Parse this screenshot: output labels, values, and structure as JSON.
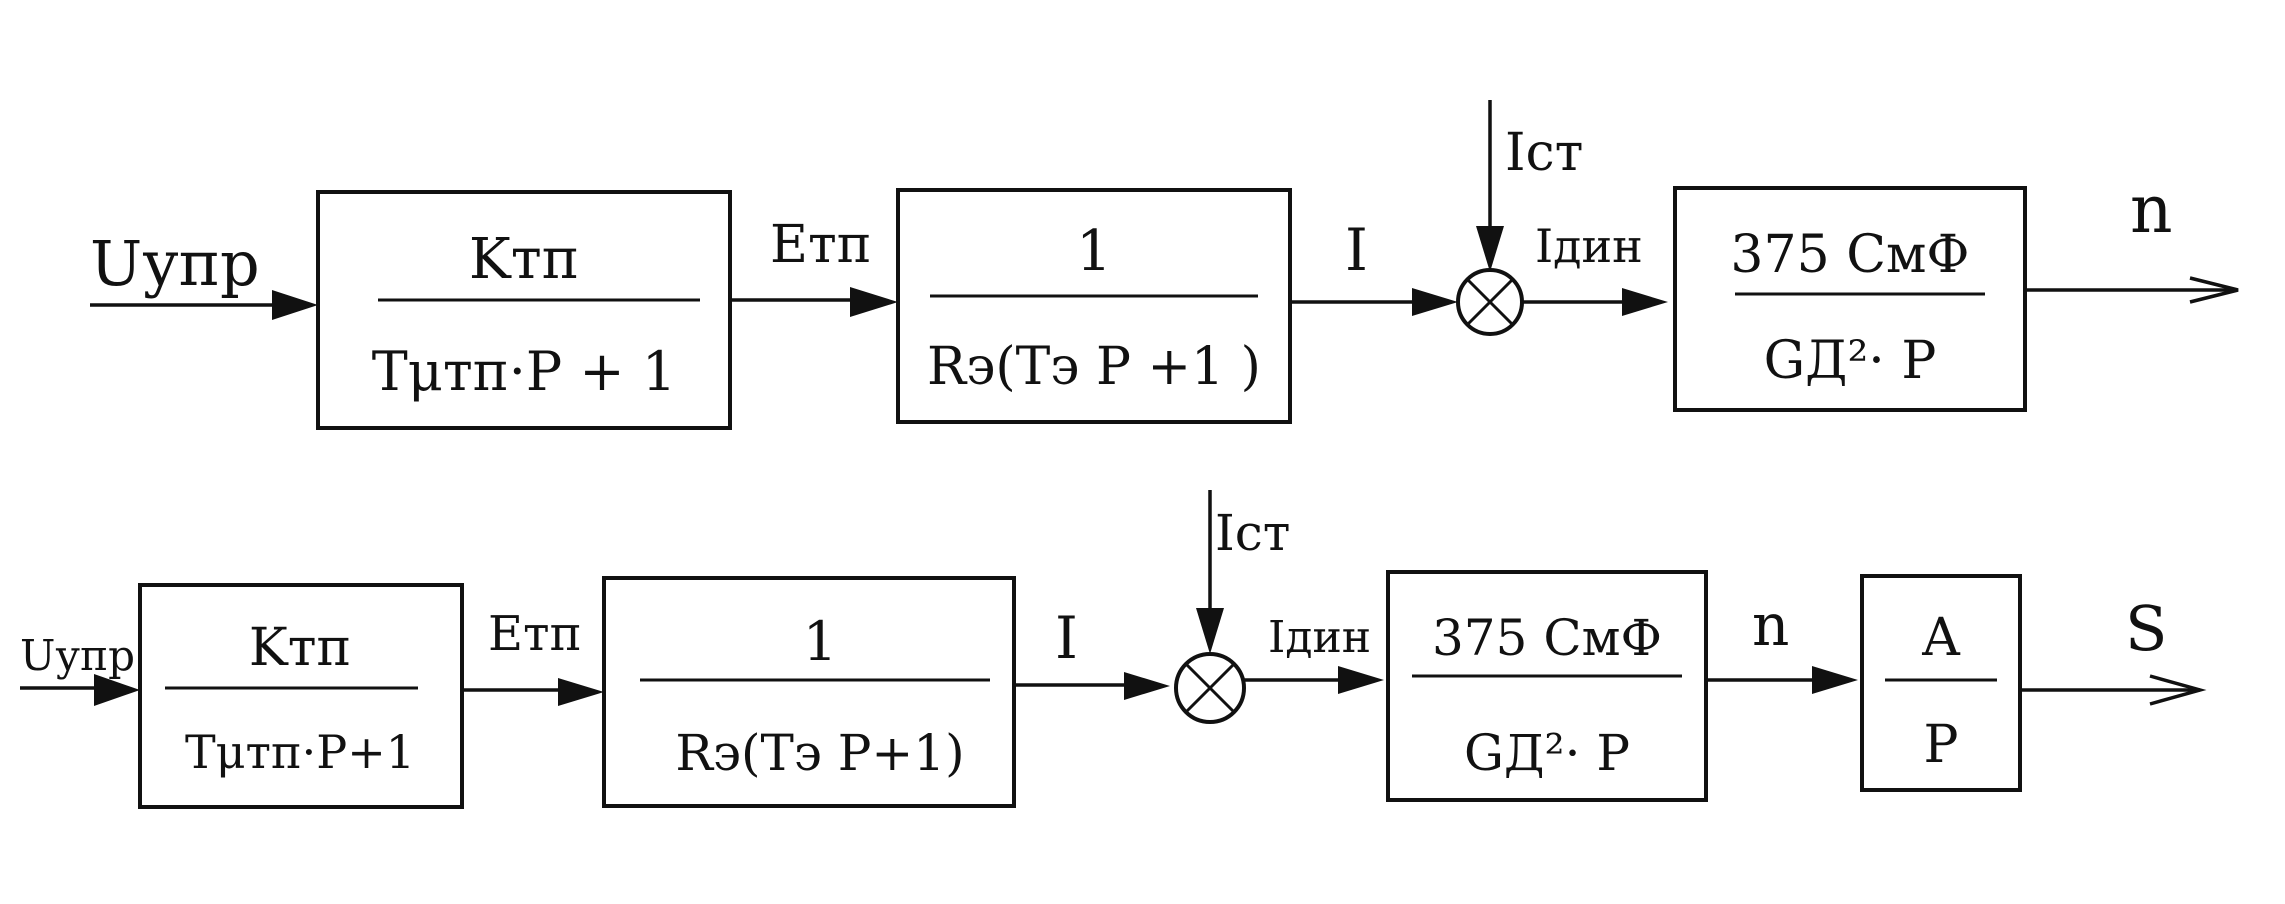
{
  "row1": {
    "input_label": "Uупр",
    "block1": {
      "numerator": "Kтп",
      "denominator": "Tμтп·P + 1"
    },
    "signal1": "Eтп",
    "block2": {
      "numerator": "1",
      "denominator": "Rэ(Tэ P +1 )"
    },
    "signal2": "I",
    "disturbance": "Iст",
    "signal3": "Iдин",
    "block3": {
      "numerator": "375 CмФ",
      "denominator": "GД²· P"
    },
    "output_label": "n"
  },
  "row2": {
    "input_label": "Uупр",
    "block1": {
      "numerator": "Kтп",
      "denominator": "Tμтп·P+1"
    },
    "signal1": "Eтп",
    "block2": {
      "numerator": "1",
      "denominator": "Rэ(Tэ P+1)"
    },
    "signal2": "I",
    "disturbance": "Iст",
    "signal3": "Iдин",
    "block3": {
      "numerator": "375 CмФ",
      "denominator": "GД²· P"
    },
    "signal4": "n",
    "block4": {
      "numerator": "A",
      "denominator": "P"
    },
    "output_label": "S"
  }
}
